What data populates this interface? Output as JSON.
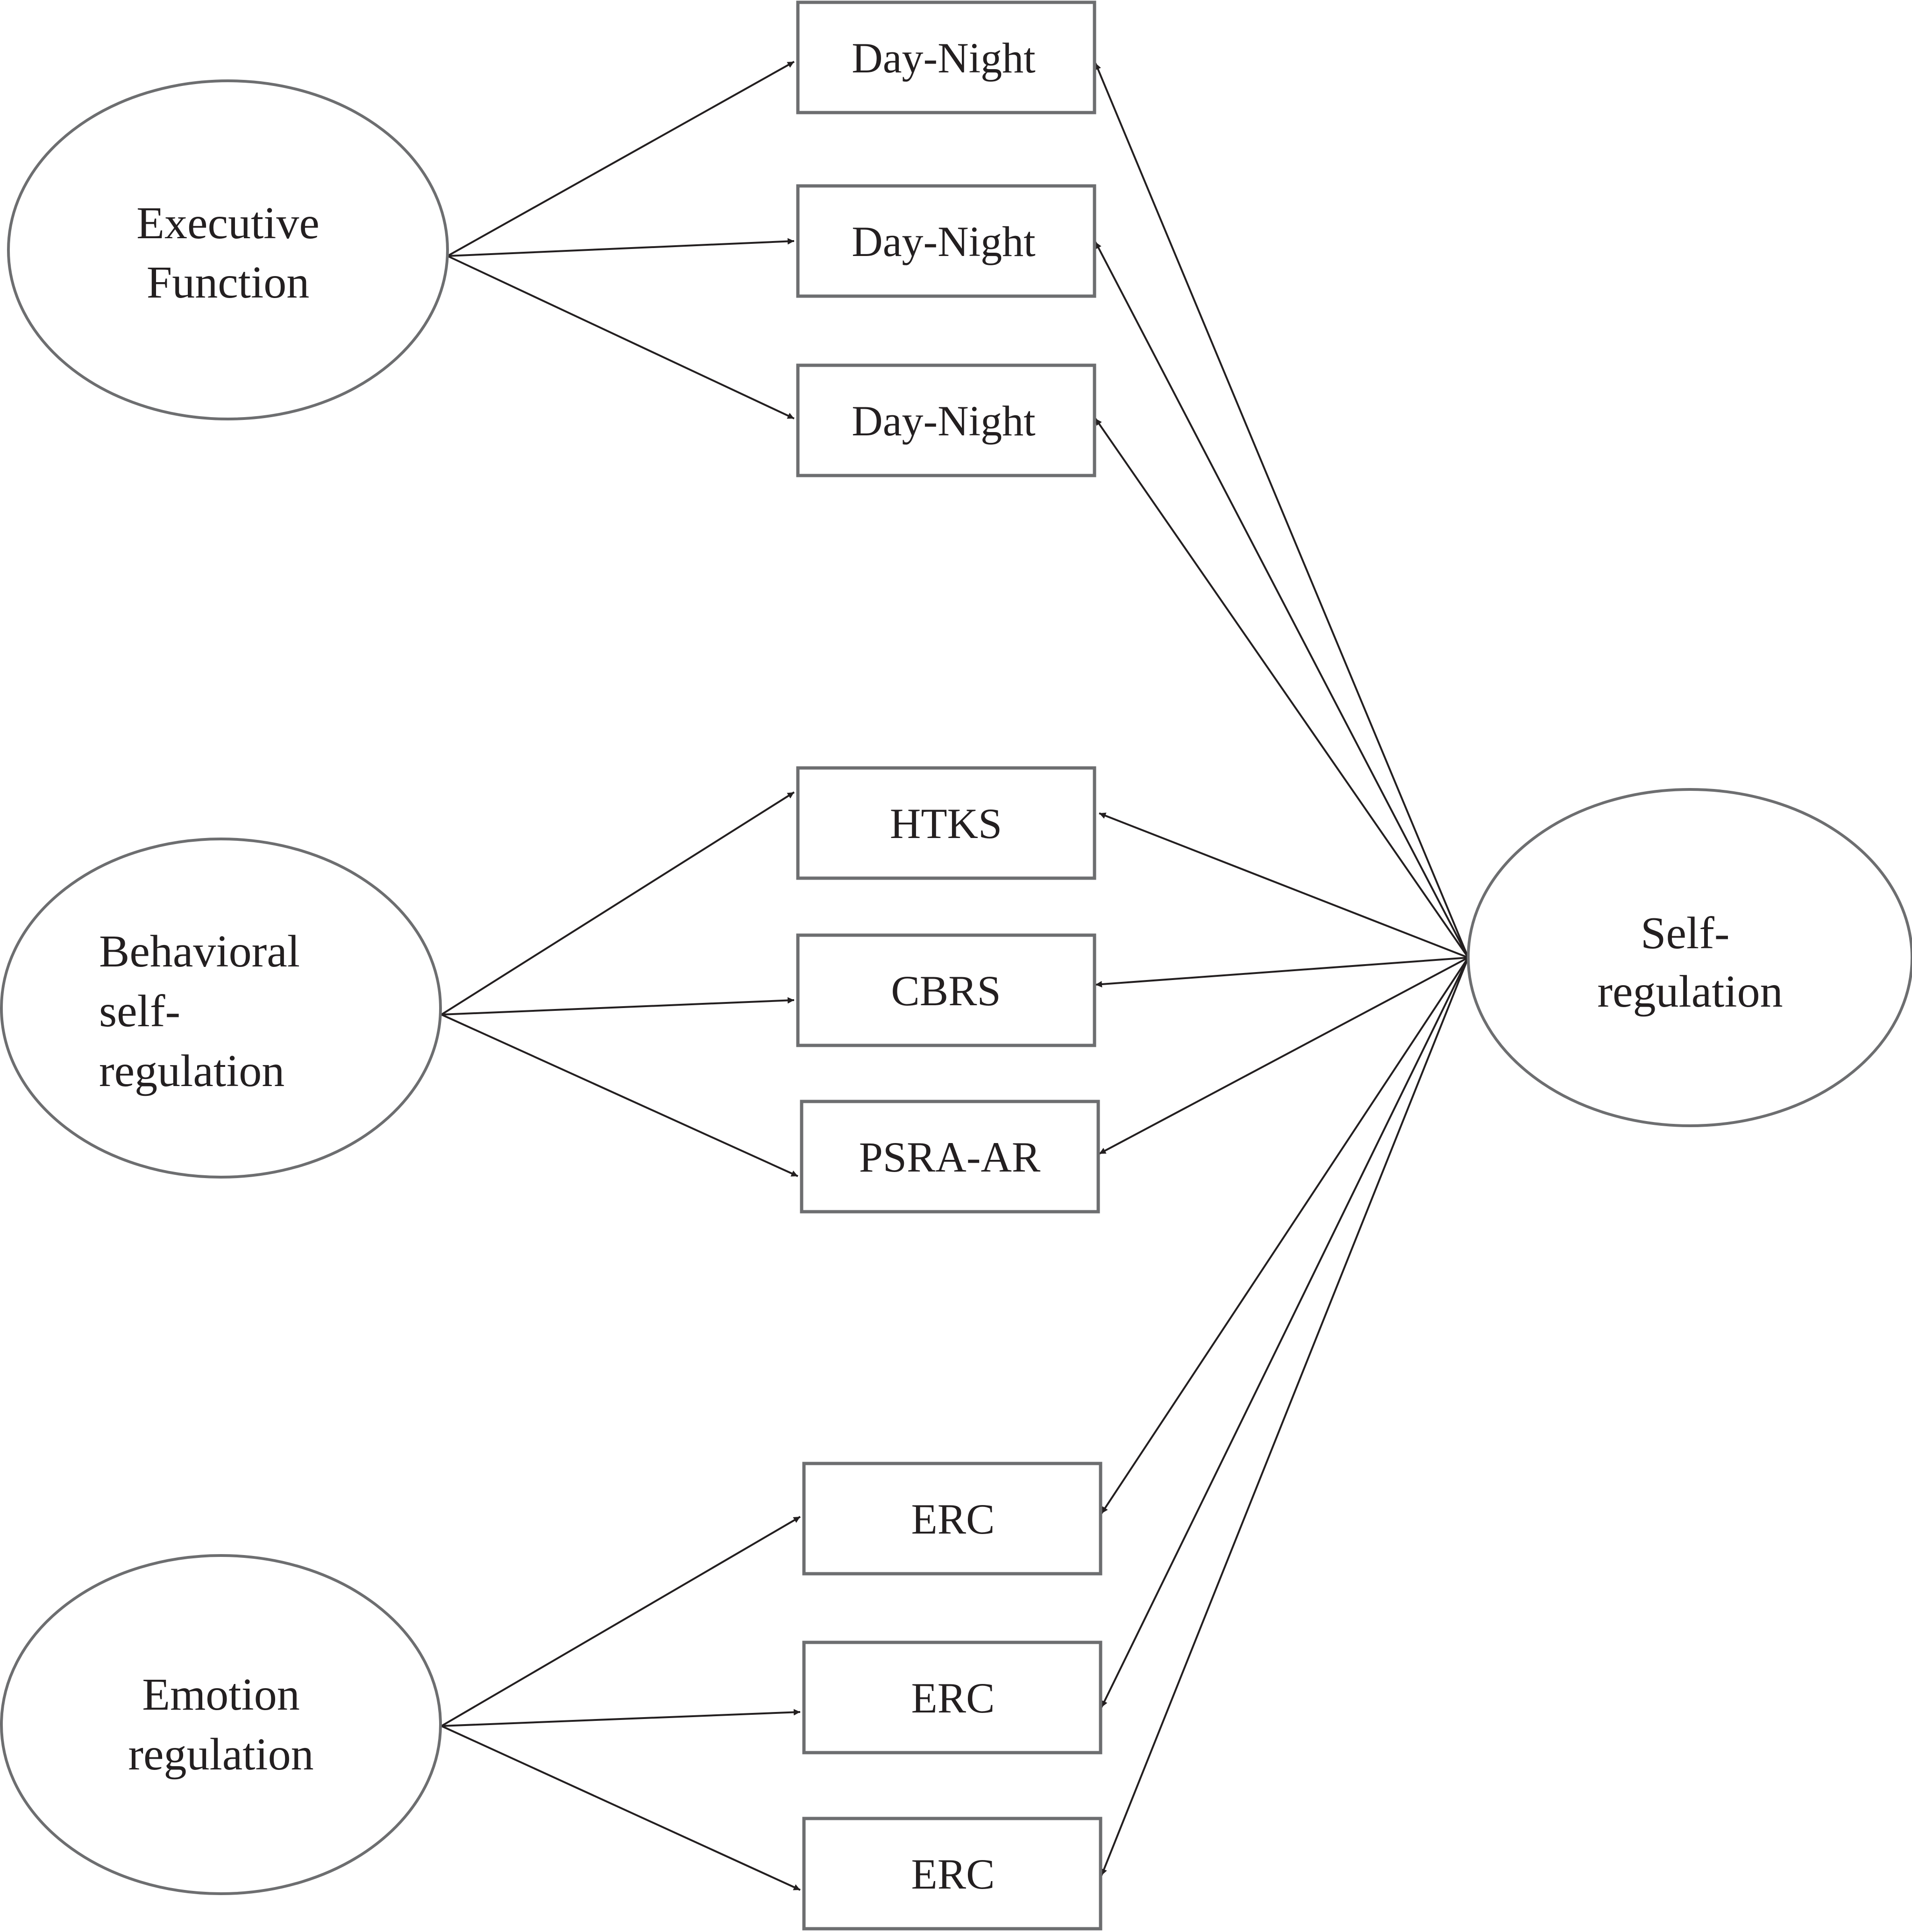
{
  "latents": {
    "executive_function": [
      "Executive",
      "Function"
    ],
    "behavioral": [
      "Behavioral",
      "self-",
      "regulation"
    ],
    "emotion": [
      "Emotion",
      "regulation"
    ],
    "self_regulation": [
      "Self-",
      "regulation"
    ]
  },
  "indicators": {
    "ef": [
      "Day-Night",
      "Day-Night",
      "Day-Night"
    ],
    "bsr": [
      "HTKS",
      "CBRS",
      "PSRA-AR"
    ],
    "er": [
      "ERC",
      "ERC",
      "ERC"
    ]
  },
  "colors": {
    "stroke": "#6d6e70",
    "line": "#231f20",
    "background": "#ffffff"
  }
}
